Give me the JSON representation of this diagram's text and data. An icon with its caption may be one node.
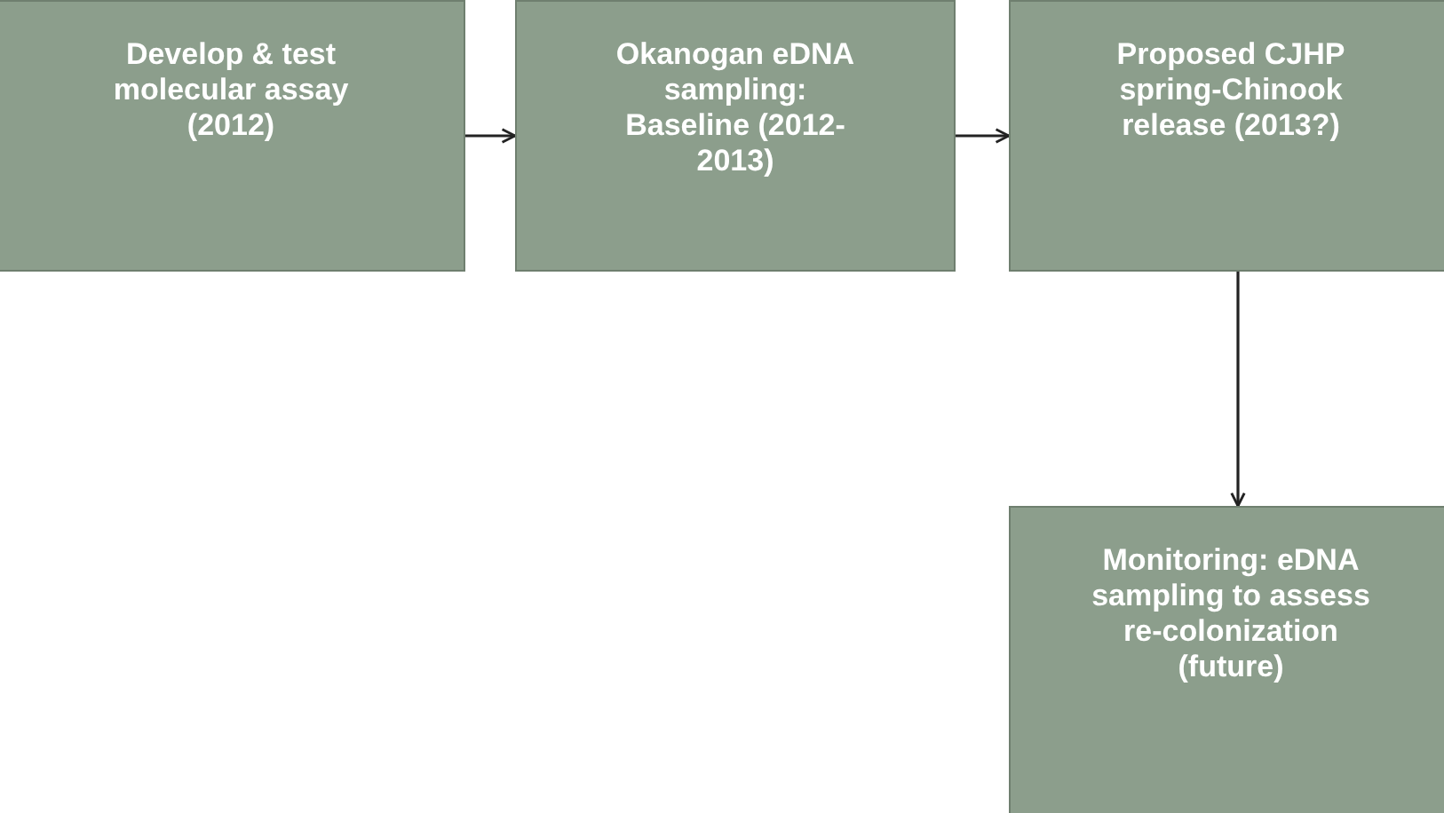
{
  "diagram": {
    "nodes": [
      {
        "text": [
          "Develop & test molecular assay (2012)"
        ]
      },
      {
        "text": [
          "Okanogan eDNA sampling: Baseline (2012-2013)"
        ]
      },
      {
        "text": [
          "Proposed CJHP spring-Chinook release (2013?)"
        ]
      },
      {
        "text": [
          "Monitoring: eDNA sampling to assess re-colonization (future)"
        ]
      }
    ],
    "edges": [
      {
        "from": 0,
        "to": 1,
        "arrow": "to"
      },
      {
        "from": 1,
        "to": 2,
        "arrow": "to"
      },
      {
        "from": 2,
        "to": 3,
        "arrow": "to"
      }
    ]
  }
}
